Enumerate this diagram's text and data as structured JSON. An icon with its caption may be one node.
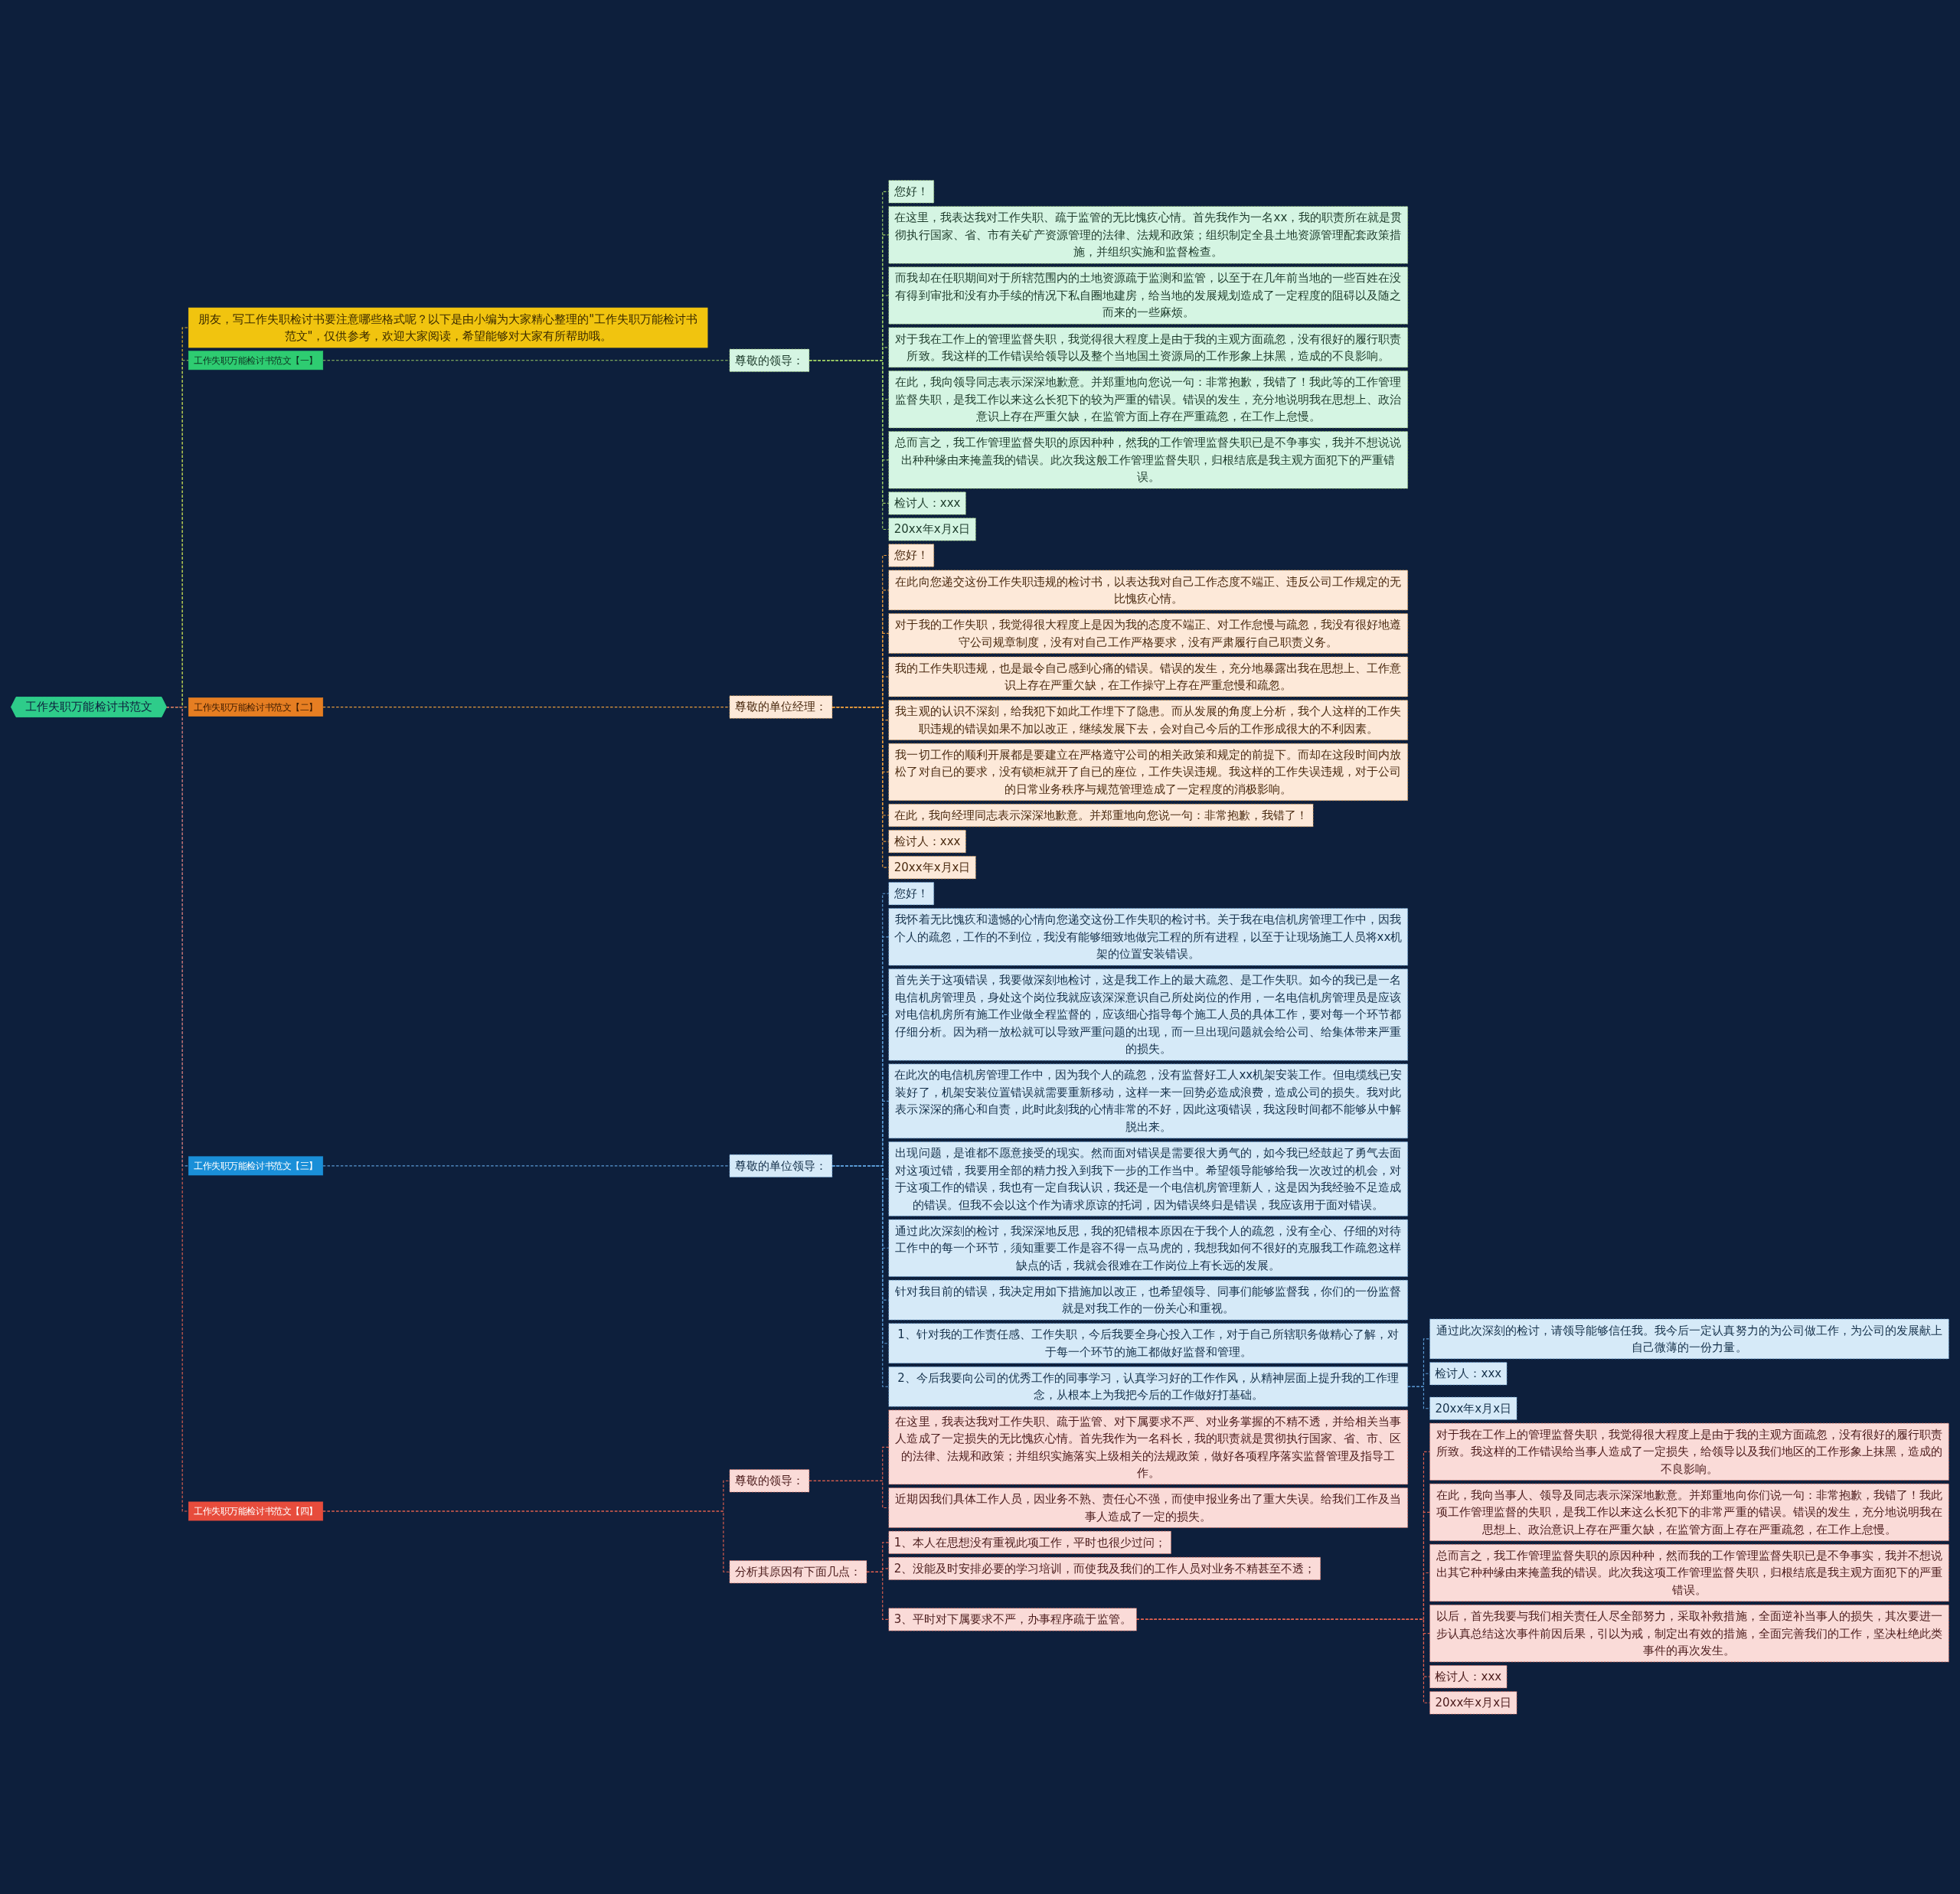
{
  "diagram": {
    "nodes": [
      {
        "text": [
          "工作失职万能检讨书范文"
        ]
      },
      {
        "text": [
          "朋友，写工作失职检讨书要注意哪些格式呢？以下是由小编为大家精心整理的\"工作失职万能检讨书范文\"，仅供参考，欢迎大家阅读，希望能够对大家有所帮助哦。"
        ]
      },
      {
        "text": [
          "工作失职万能检讨书范文【一】"
        ]
      },
      {
        "text": [
          "尊敬的领导："
        ]
      },
      {
        "text": [
          "您好！"
        ]
      },
      {
        "text": [
          "在这里，我表达我对工作失职、疏于监管的无比愧疚心情。首先我作为一名xx，我的职责所在就是贯彻执行国家、省、市有关矿产资源管理的法律、法规和政策；组织制定全县土地资源管理配套政策措施，并组织实施和监督检查。"
        ]
      },
      {
        "text": [
          "而我却在任职期间对于所辖范围内的土地资源疏于监测和监管，以至于在几年前当地的一些百姓在没有得到审批和没有办手续的情况下私自圈地建房，给当地的发展规划造成了一定程度的阻碍以及随之而来的一些麻烦。"
        ]
      },
      {
        "text": [
          "对于我在工作上的管理监督失职，我觉得很大程度上是由于我的主观方面疏忽，没有很好的履行职责所致。我这样的工作错误给领导以及整个当地国土资源局的工作形象上抹黑，造成的不良影响。"
        ]
      },
      {
        "text": [
          "在此，我向领导同志表示深深地歉意。并郑重地向您说一句：非常抱歉，我错了！我此等的工作管理监督失职，是我工作以来这么长犯下的较为严重的错误。错误的发生，充分地说明我在思想上、政治意识上存在严重欠缺，在监管方面上存在严重疏忽，在工作上怠慢。"
        ]
      },
      {
        "text": [
          "总而言之，我工作管理监督失职的原因种种，然我的工作管理监督失职已是不争事实，我并不想说说出种种缘由来掩盖我的错误。此次我这般工作管理监督失职，归根结底是我主观方面犯下的严重错误。"
        ]
      },
      {
        "text": [
          "检讨人：xxx"
        ]
      },
      {
        "text": [
          "20xx年x月x日"
        ]
      },
      {
        "text": [
          "工作失职万能检讨书范文【二】"
        ]
      },
      {
        "text": [
          "尊敬的单位经理："
        ]
      },
      {
        "text": [
          "您好！"
        ]
      },
      {
        "text": [
          "在此向您递交这份工作失职违规的检讨书，以表达我对自己工作态度不端正、违反公司工作规定的无比愧疚心情。"
        ]
      },
      {
        "text": [
          "对于我的工作失职，我觉得很大程度上是因为我的态度不端正、对工作怠慢与疏忽，我没有很好地遵守公司规章制度，没有对自己工作严格要求，没有严肃履行自己职责义务。"
        ]
      },
      {
        "text": [
          "我的工作失职违规，也是最令自己感到心痛的错误。错误的发生，充分地暴露出我在思想上、工作意识上存在严重欠缺，在工作操守上存在严重怠慢和疏忽。"
        ]
      },
      {
        "text": [
          "我主观的认识不深刻，给我犯下如此工作埋下了隐患。而从发展的角度上分析，我个人这样的工作失职违规的错误如果不加以改正，继续发展下去，会对自己今后的工作形成很大的不利因素。"
        ]
      },
      {
        "text": [
          "我一切工作的顺利开展都是要建立在严格遵守公司的相关政策和规定的前提下。而却在这段时间内放松了对自已的要求，没有锁柜就开了自已的座位，工作失误违规。我这样的工作失误违规，对于公司的日常业务秩序与规范管理造成了一定程度的消极影响。"
        ]
      },
      {
        "text": [
          "在此，我向经理同志表示深深地歉意。并郑重地向您说一句：非常抱歉，我错了！"
        ]
      },
      {
        "text": [
          "检讨人：xxx"
        ]
      },
      {
        "text": [
          "20xx年x月x日"
        ]
      },
      {
        "text": [
          "工作失职万能检讨书范文【三】"
        ]
      },
      {
        "text": [
          "尊敬的单位领导："
        ]
      },
      {
        "text": [
          "您好！"
        ]
      },
      {
        "text": [
          "我怀着无比愧疚和遗憾的心情向您递交这份工作失职的检讨书。关于我在电信机房管理工作中，因我个人的疏忽，工作的不到位，我没有能够细致地做完工程的所有进程，以至于让现场施工人员将xx机架的位置安装错误。"
        ]
      },
      {
        "text": [
          "首先关于这项错误，我要做深刻地检讨，这是我工作上的最大疏忽、是工作失职。如今的我已是一名电信机房管理员，身处这个岗位我就应该深深意识自己所处岗位的作用，一名电信机房管理员是应该对电信机房所有施工作业做全程监督的，应该细心指导每个施工人员的具体工作，要对每一个环节都仔细分析。因为稍一放松就可以导致严重问题的出现，而一旦出现问题就会给公司、给集体带来严重的损失。"
        ]
      },
      {
        "text": [
          "在此次的电信机房管理工作中，因为我个人的疏忽，没有监督好工人xx机架安装工作。但电缆线已安装好了，机架安装位置错误就需要重新移动，这样一来一回势必造成浪费，造成公司的损失。我对此表示深深的痛心和自责，此时此刻我的心情非常的不好，因此这项错误，我这段时间都不能够从中解脱出来。"
        ]
      },
      {
        "text": [
          "出现问题，是谁都不愿意接受的现实。然而面对错误是需要很大勇气的，如今我已经鼓起了勇气去面对这项过错，我要用全部的精力投入到我下一步的工作当中。希望领导能够给我一次改过的机会，对于这项工作的错误，我也有一定自我认识，我还是一个电信机房管理新人，这是因为我经验不足造成的错误。但我不会以这个作为请求原谅的托词，因为错误终归是错误，我应该用于面对错误。"
        ]
      },
      {
        "text": [
          "通过此次深刻的检讨，我深深地反思，我的犯错根本原因在于我个人的疏忽，没有全心、仔细的对待工作中的每一个环节，须知重要工作是容不得一点马虎的，我想我如何不很好的克服我工作疏忽这样缺点的话，我就会很难在工作岗位上有长远的发展。"
        ]
      },
      {
        "text": [
          "针对我目前的错误，我决定用如下措施加以改正，也希望领导、同事们能够监督我，你们的一份监督就是对我工作的一份关心和重视。"
        ]
      },
      {
        "text": [
          "1、针对我的工作责任感、工作失职，今后我要全身心投入工作，对于自己所辖职务做精心了解，对于每一个环节的施工都做好监督和管理。"
        ]
      },
      {
        "text": [
          "2、今后我要向公司的优秀工作的同事学习，认真学习好的工作作风，从精神层面上提升我的工作理念，从根本上为我把今后的工作做好打基础。"
        ]
      },
      {
        "text": [
          "通过此次深刻的检讨，请领导能够信任我。我今后一定认真努力的为公司做工作，为公司的发展献上自己微薄的一份力量。"
        ]
      },
      {
        "text": [
          "检讨人：xxx"
        ]
      },
      {
        "text": [
          "20xx年x月x日"
        ]
      },
      {
        "text": [
          "工作失职万能检讨书范文【四】"
        ]
      },
      {
        "text": [
          "尊敬的领导："
        ]
      },
      {
        "text": [
          "在这里，我表达我对工作失职、疏于监管、对下属要求不严、对业务掌握的不精不透，并给相关当事人造成了一定损失的无比愧疚心情。首先我作为一名科长，我的职责就是贯彻执行国家、省、市、区的法律、法规和政策；并组织实施落实上级相关的法规政策，做好各项程序落实监督管理及指导工作。"
        ]
      },
      {
        "text": [
          "近期因我们具体工作人员，因业务不熟、责任心不强，而使申报业务出了重大失误。给我们工作及当事人造成了一定的损失。"
        ]
      },
      {
        "text": [
          "分析其原因有下面几点："
        ]
      },
      {
        "text": [
          "1、本人在思想没有重视此项工作，平时也很少过问；"
        ]
      },
      {
        "text": [
          "2、没能及时安排必要的学习培训，而使我及我们的工作人员对业务不精甚至不透；"
        ]
      },
      {
        "text": [
          "3、平时对下属要求不严，办事程序疏于监管。"
        ]
      },
      {
        "text": [
          "对于我在工作上的管理监督失职，我觉得很大程度上是由于我的主观方面疏忽，没有很好的履行职责所致。我这样的工作错误给当事人造成了一定损失，给领导以及我们地区的工作形象上抹黑，造成的不良影响。"
        ]
      },
      {
        "text": [
          "在此，我向当事人、领导及同志表示深深地歉意。并郑重地向你们说一句：非常抱歉，我错了！我此项工作管理监督的失职，是我工作以来这么长犯下的非常严重的错误。错误的发生，充分地说明我在思想上、政治意识上存在严重欠缺，在监管方面上存在严重疏忽，在工作上怠慢。"
        ]
      },
      {
        "text": [
          "总而言之，我工作管理监督失职的原因种种，然而我的工作管理监督失职已是不争事实，我并不想说出其它种种缘由来掩盖我的错误。此次我这项工作管理监督失职，归根结底是我主观方面犯下的严重错误。"
        ]
      },
      {
        "text": [
          "以后，首先我要与我们相关责任人尽全部努力，采取补救措施，全面逆补当事人的损失，其次要进一步认真总结这次事件前因后果，引以为戒，制定出有效的措施，全面完善我们的工作，坚决杜绝此类事件的再次发生。"
        ]
      },
      {
        "text": [
          "检讨人：xxx"
        ]
      },
      {
        "text": [
          "20xx年x月x日"
        ]
      }
    ],
    "edges": [
      {
        "from": 0,
        "to": 1,
        "arrow": "none",
        "style": "dashed",
        "color": "#e6b422"
      },
      {
        "from": 0,
        "to": 2,
        "arrow": "none",
        "style": "dashed",
        "color": "#9ccc65"
      },
      {
        "from": 2,
        "to": 3,
        "arrow": "none",
        "style": "dashed",
        "color": "#9ccc65"
      },
      {
        "from": 3,
        "to": 4,
        "arrow": "none",
        "style": "dashed",
        "color": "#9ccc65"
      },
      {
        "from": 3,
        "to": 5,
        "arrow": "none",
        "style": "dashed",
        "color": "#9ccc65"
      },
      {
        "from": 3,
        "to": 6,
        "arrow": "none",
        "style": "dashed",
        "color": "#9ccc65"
      },
      {
        "from": 3,
        "to": 7,
        "arrow": "none",
        "style": "dashed",
        "color": "#9ccc65"
      },
      {
        "from": 3,
        "to": 8,
        "arrow": "none",
        "style": "dashed",
        "color": "#9ccc65"
      },
      {
        "from": 3,
        "to": 9,
        "arrow": "none",
        "style": "dashed",
        "color": "#9ccc65"
      },
      {
        "from": 3,
        "to": 10,
        "arrow": "none",
        "style": "dashed",
        "color": "#9ccc65"
      },
      {
        "from": 3,
        "to": 11,
        "arrow": "none",
        "style": "dashed",
        "color": "#9ccc65"
      },
      {
        "from": 0,
        "to": 12,
        "arrow": "none",
        "style": "dashed",
        "color": "#e69a3c"
      },
      {
        "from": 12,
        "to": 13,
        "arrow": "none",
        "style": "dashed",
        "color": "#e69a3c"
      },
      {
        "from": 13,
        "to": 14,
        "arrow": "none",
        "style": "dashed",
        "color": "#e69a3c"
      },
      {
        "from": 13,
        "to": 15,
        "arrow": "none",
        "style": "dashed",
        "color": "#e69a3c"
      },
      {
        "from": 13,
        "to": 16,
        "arrow": "none",
        "style": "dashed",
        "color": "#e69a3c"
      },
      {
        "from": 13,
        "to": 17,
        "arrow": "none",
        "style": "dashed",
        "color": "#e69a3c"
      },
      {
        "from": 13,
        "to": 18,
        "arrow": "none",
        "style": "dashed",
        "color": "#e69a3c"
      },
      {
        "from": 13,
        "to": 19,
        "arrow": "none",
        "style": "dashed",
        "color": "#e69a3c"
      },
      {
        "from": 13,
        "to": 20,
        "arrow": "none",
        "style": "dashed",
        "color": "#e69a3c"
      },
      {
        "from": 13,
        "to": 21,
        "arrow": "none",
        "style": "dashed",
        "color": "#e69a3c"
      },
      {
        "from": 13,
        "to": 22,
        "arrow": "none",
        "style": "dashed",
        "color": "#e69a3c"
      },
      {
        "from": 0,
        "to": 23,
        "arrow": "none",
        "style": "dashed",
        "color": "#5b9bd5"
      },
      {
        "from": 23,
        "to": 24,
        "arrow": "none",
        "style": "dashed",
        "color": "#5b9bd5"
      },
      {
        "from": 24,
        "to": 25,
        "arrow": "none",
        "style": "dashed",
        "color": "#5b9bd5"
      },
      {
        "from": 24,
        "to": 26,
        "arrow": "none",
        "style": "dashed",
        "color": "#5b9bd5"
      },
      {
        "from": 24,
        "to": 27,
        "arrow": "none",
        "style": "dashed",
        "color": "#5b9bd5"
      },
      {
        "from": 24,
        "to": 28,
        "arrow": "none",
        "style": "dashed",
        "color": "#5b9bd5"
      },
      {
        "from": 24,
        "to": 29,
        "arrow": "none",
        "style": "dashed",
        "color": "#5b9bd5"
      },
      {
        "from": 24,
        "to": 30,
        "arrow": "none",
        "style": "dashed",
        "color": "#5b9bd5"
      },
      {
        "from": 24,
        "to": 31,
        "arrow": "none",
        "style": "dashed",
        "color": "#5b9bd5"
      },
      {
        "from": 24,
        "to": 32,
        "arrow": "none",
        "style": "dashed",
        "color": "#5b9bd5"
      },
      {
        "from": 24,
        "to": 33,
        "arrow": "none",
        "style": "dashed",
        "color": "#5b9bd5"
      },
      {
        "from": 33,
        "to": 34,
        "arrow": "none",
        "style": "dashed",
        "color": "#5b9bd5"
      },
      {
        "from": 33,
        "to": 35,
        "arrow": "none",
        "style": "dashed",
        "color": "#5b9bd5"
      },
      {
        "from": 33,
        "to": 36,
        "arrow": "none",
        "style": "dashed",
        "color": "#5b9bd5"
      },
      {
        "from": 0,
        "to": 37,
        "arrow": "none",
        "style": "dashed",
        "color": "#e0604f"
      },
      {
        "from": 37,
        "to": 38,
        "arrow": "none",
        "style": "dashed",
        "color": "#e0604f"
      },
      {
        "from": 38,
        "to": 39,
        "arrow": "none",
        "style": "dashed",
        "color": "#e0604f"
      },
      {
        "from": 38,
        "to": 40,
        "arrow": "none",
        "style": "dashed",
        "color": "#e0604f"
      },
      {
        "from": 37,
        "to": 41,
        "arrow": "none",
        "style": "dashed",
        "color": "#e0604f"
      },
      {
        "from": 41,
        "to": 42,
        "arrow": "none",
        "style": "dashed",
        "color": "#e0604f"
      },
      {
        "from": 41,
        "to": 43,
        "arrow": "none",
        "style": "dashed",
        "color": "#e0604f"
      },
      {
        "from": 41,
        "to": 44,
        "arrow": "none",
        "style": "dashed",
        "color": "#e0604f"
      },
      {
        "from": 44,
        "to": 45,
        "arrow": "none",
        "style": "dashed",
        "color": "#e0604f"
      },
      {
        "from": 44,
        "to": 46,
        "arrow": "none",
        "style": "dashed",
        "color": "#e0604f"
      },
      {
        "from": 44,
        "to": 47,
        "arrow": "none",
        "style": "dashed",
        "color": "#e0604f"
      },
      {
        "from": 44,
        "to": 48,
        "arrow": "none",
        "style": "dashed",
        "color": "#e0604f"
      },
      {
        "from": 44,
        "to": 49,
        "arrow": "none",
        "style": "dashed",
        "color": "#e0604f"
      },
      {
        "from": 44,
        "to": 50,
        "arrow": "none",
        "style": "dashed",
        "color": "#e0604f"
      }
    ]
  }
}
